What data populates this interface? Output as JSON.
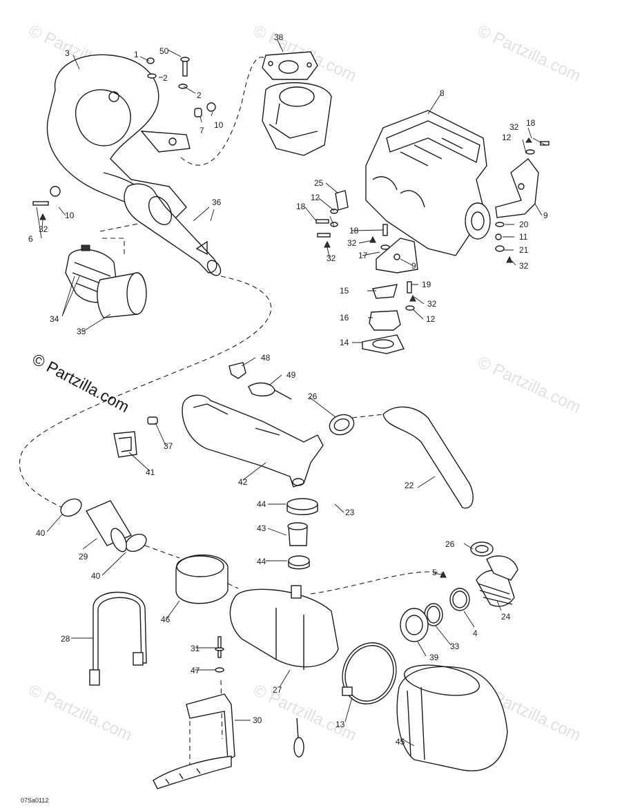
{
  "watermark": {
    "text": "© Partzilla.com",
    "faint_text": "© Partzilla.com"
  },
  "drawing_code": "07Sa0112",
  "callouts": {
    "c1": "1",
    "c2a": "2",
    "c2b": "2",
    "c3": "3",
    "c50": "50",
    "c38": "38",
    "c7": "7",
    "c10a": "10",
    "c10b": "10",
    "c6": "6",
    "c32a": "32",
    "c36": "36",
    "c8": "8",
    "c32b": "32",
    "c18a": "18",
    "c12a": "12",
    "c9a": "9",
    "c25": "25",
    "c18b": "18",
    "c12b": "12",
    "c20": "20",
    "c11": "11",
    "c21": "21",
    "c32c": "32",
    "c18c": "18",
    "c32d": "32",
    "c32e": "32",
    "c17": "17",
    "c9b": "9",
    "c19": "19",
    "c15": "15",
    "c32f": "32",
    "c16": "16",
    "c12c": "12",
    "c14": "14",
    "c34": "34",
    "c35": "35",
    "c48": "48",
    "c49": "49",
    "c26a": "26",
    "c37": "37",
    "c41": "41",
    "c42": "42",
    "c22": "22",
    "c44a": "44",
    "c23": "23",
    "c43": "43",
    "c40a": "40",
    "c29": "29",
    "c40b": "40",
    "c26b": "26",
    "c44b": "44",
    "c5": "5",
    "c4": "4",
    "c24": "24",
    "c46": "46",
    "c28": "28",
    "c33": "33",
    "c39": "39",
    "c31": "31",
    "c47": "47",
    "c27": "27",
    "c30": "30",
    "c13": "13",
    "c45": "45"
  }
}
